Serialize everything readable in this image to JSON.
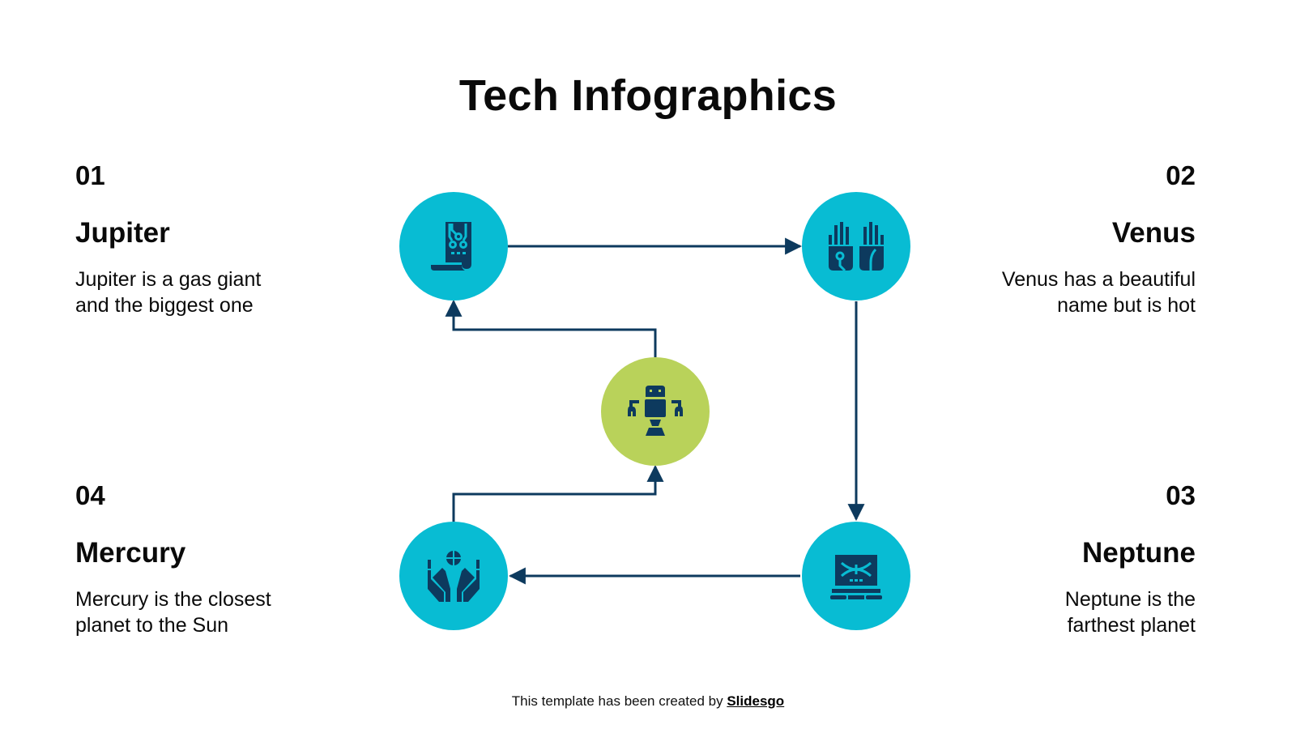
{
  "slide": {
    "title": "Tech Infographics",
    "colors": {
      "node_primary": "#08BCD3",
      "node_center": "#B9D25A",
      "icon": "#0D3A5E",
      "connector": "#0D3A5E",
      "text": "#0A0A0A",
      "background": "#FFFFFF"
    }
  },
  "steps": [
    {
      "number": "01",
      "name": "Jupiter",
      "description_line1": "Jupiter is a gas giant",
      "description_line2": "and the biggest one",
      "icon": "circuit-document-icon"
    },
    {
      "number": "02",
      "name": "Venus",
      "description_line1": "Venus has a beautiful",
      "description_line2": "name but is hot",
      "icon": "cyber-hands-icon"
    },
    {
      "number": "03",
      "name": "Neptune",
      "description_line1": "Neptune is the",
      "description_line2": "farthest planet",
      "icon": "dna-laptop-icon"
    },
    {
      "number": "04",
      "name": "Mercury",
      "description_line1": "Mercury is the closest",
      "description_line2": "planet to the Sun",
      "icon": "hands-globe-icon"
    }
  ],
  "center": {
    "icon": "robot-icon"
  },
  "flow": [
    {
      "from": "center",
      "to": "01"
    },
    {
      "from": "01",
      "to": "02"
    },
    {
      "from": "02",
      "to": "03"
    },
    {
      "from": "03",
      "to": "04"
    },
    {
      "from": "04",
      "to": "center"
    }
  ],
  "footer": {
    "text": "This template has been created by ",
    "brand": "Slidesgo"
  }
}
